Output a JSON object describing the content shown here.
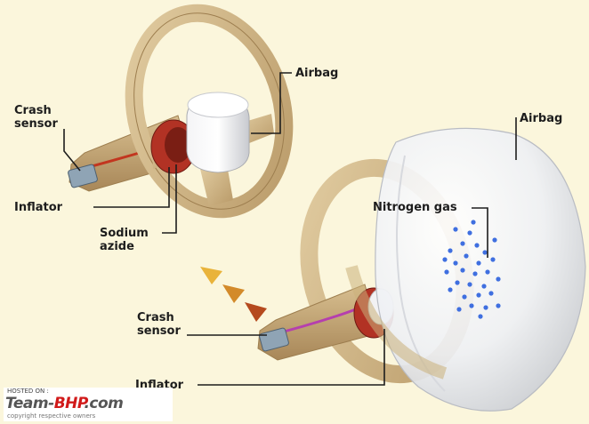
{
  "labels": {
    "crash_sensor_top": [
      "Crash",
      "sensor"
    ],
    "inflator_top": "Inflator",
    "sodium_azide": [
      "Sodium",
      "azide"
    ],
    "airbag_top": "Airbag",
    "airbag_right": "Airbag",
    "nitrogen_gas": "Nitrogen gas",
    "crash_sensor_bottom": [
      "Crash",
      "sensor"
    ],
    "inflator_bottom": "Inflator"
  },
  "watermark": {
    "hosted_on": "HOSTED ON :",
    "brand_prefix": "Team-",
    "brand_highlight": "BHP",
    "brand_suffix": ".com",
    "copyright": "copyright respective owners"
  },
  "colors": {
    "background": "#fbf6dc",
    "wheel": "#d4b888",
    "airbag": "#eef0f4",
    "gas_dots": "#3f6fe0",
    "inflator_red": "#b23224",
    "watermark_red": "#d11a1a"
  }
}
